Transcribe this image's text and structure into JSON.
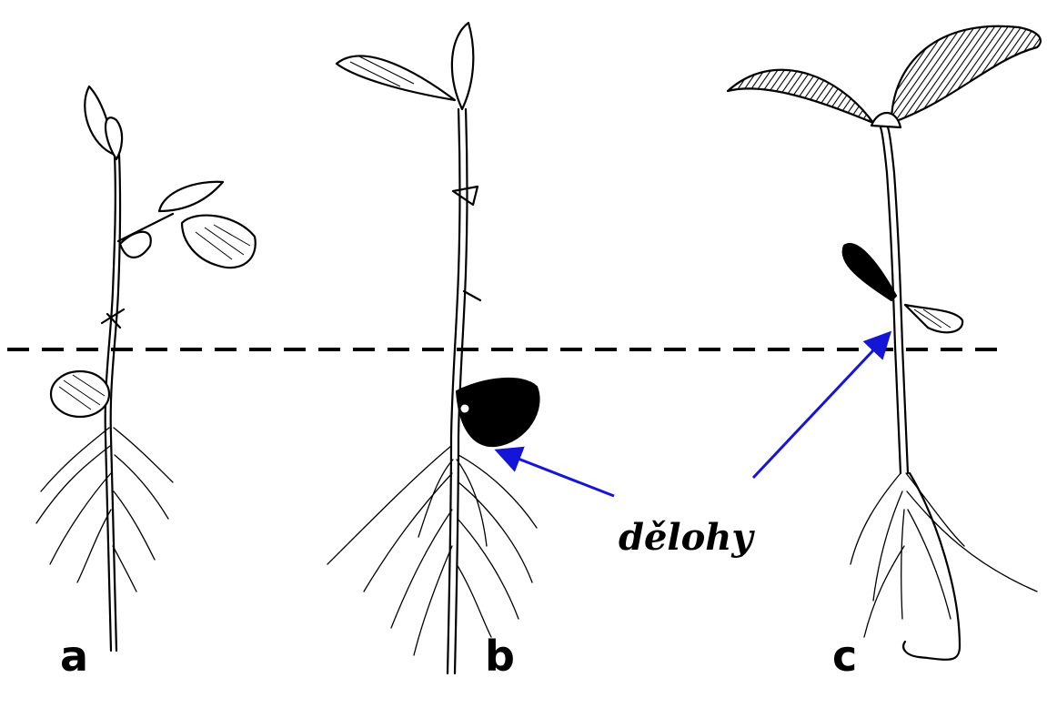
{
  "figure": {
    "panels": [
      {
        "id": "a",
        "label": "a"
      },
      {
        "id": "b",
        "label": "b"
      },
      {
        "id": "c",
        "label": "c"
      }
    ],
    "callout": {
      "text": "dělohy"
    },
    "colors": {
      "arrow": "#1515d8",
      "ink": "#000000",
      "background": "#ffffff"
    }
  }
}
